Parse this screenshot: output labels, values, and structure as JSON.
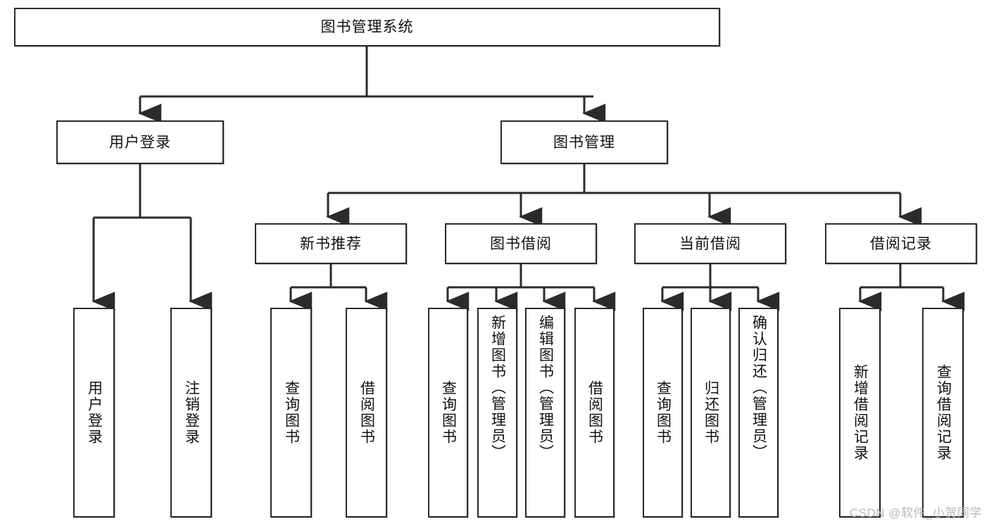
{
  "diagram": {
    "type": "tree-hierarchy-chart",
    "title": "图书管理系统",
    "root": {
      "id": "root",
      "label": "图书管理系统"
    },
    "level2": [
      {
        "id": "user-login",
        "label": "用户登录"
      },
      {
        "id": "book-manage",
        "label": "图书管理"
      }
    ],
    "level3": [
      {
        "id": "new-book-recommend",
        "label": "新书推荐",
        "parent": "book-manage"
      },
      {
        "id": "book-borrow",
        "label": "图书借阅",
        "parent": "book-manage"
      },
      {
        "id": "current-borrow",
        "label": "当前借阅",
        "parent": "book-manage"
      },
      {
        "id": "borrow-record",
        "label": "借阅记录",
        "parent": "book-manage"
      }
    ],
    "leaves": [
      {
        "id": "leaf-user-login",
        "label": "用户登录",
        "parent": "user-login"
      },
      {
        "id": "leaf-user-logout",
        "label": "注销登录",
        "parent": "user-login"
      },
      {
        "id": "leaf-query-book-1",
        "label": "查询图书",
        "parent": "new-book-recommend"
      },
      {
        "id": "leaf-borrow-book-1",
        "label": "借阅图书",
        "parent": "new-book-recommend"
      },
      {
        "id": "leaf-query-book-2",
        "label": "查询图书",
        "parent": "book-borrow"
      },
      {
        "id": "leaf-add-book",
        "label": "新增图书（管理员）",
        "parent": "book-borrow"
      },
      {
        "id": "leaf-edit-book",
        "label": "编辑图书（管理员）",
        "parent": "book-borrow"
      },
      {
        "id": "leaf-borrow-book-2",
        "label": "借阅图书",
        "parent": "book-borrow"
      },
      {
        "id": "leaf-query-book-3",
        "label": "查询图书",
        "parent": "current-borrow"
      },
      {
        "id": "leaf-return-book",
        "label": "归还图书",
        "parent": "current-borrow"
      },
      {
        "id": "leaf-confirm-return",
        "label": "确认归还（管理员）",
        "parent": "current-borrow"
      },
      {
        "id": "leaf-add-record",
        "label": "新增借阅记录",
        "parent": "borrow-record"
      },
      {
        "id": "leaf-query-record",
        "label": "查询借阅记录",
        "parent": "borrow-record"
      }
    ],
    "colors": {
      "stroke": "#2b2b2b",
      "fill": "#ffffff",
      "text": "#111111",
      "watermark": "#b9b9b9",
      "background": "#ffffff"
    }
  },
  "watermark": {
    "text": "CSDN @软件_小贺同学"
  }
}
